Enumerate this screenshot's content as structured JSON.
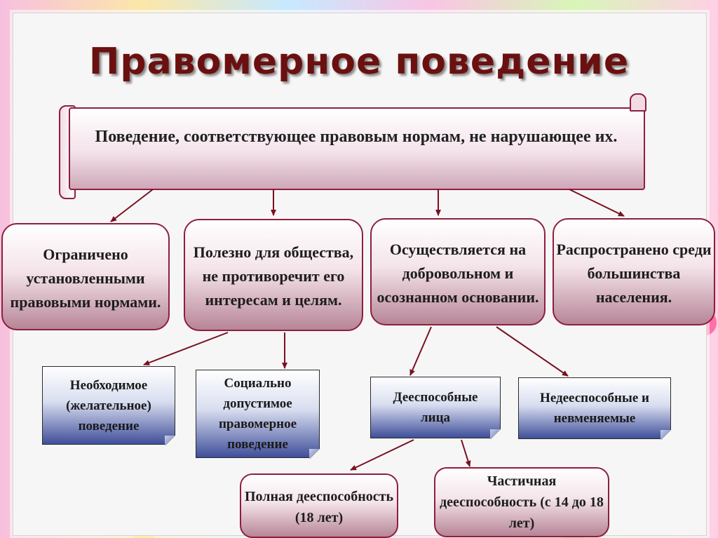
{
  "title": "Правомерное поведение",
  "definition": "Поведение, соответствующее правовым нормам, не нарушающее их.",
  "features": [
    "Ограничено установленными правовыми нормами.",
    "Полезно для общества, не противоречит его интересам и целям.",
    "Осуществляется на добровольном и осознанном основании.",
    "Распространено среди большинства населения."
  ],
  "behavior_types": [
    "Необходимое (желательное) поведение",
    "Социально допустимое правомерное поведение"
  ],
  "persons": [
    "Дееспособные лица",
    "Недееспособные и невменяемые"
  ],
  "capacity": [
    "Полная дееспособность (18 лет)",
    "Частичная дееспособность (с 14 до 18 лет)"
  ],
  "colors": {
    "title": "#6b1010",
    "box_border": "#8d1f3c",
    "arrow": "#7a1020",
    "note_gradient_end": "#3f4f9a"
  }
}
